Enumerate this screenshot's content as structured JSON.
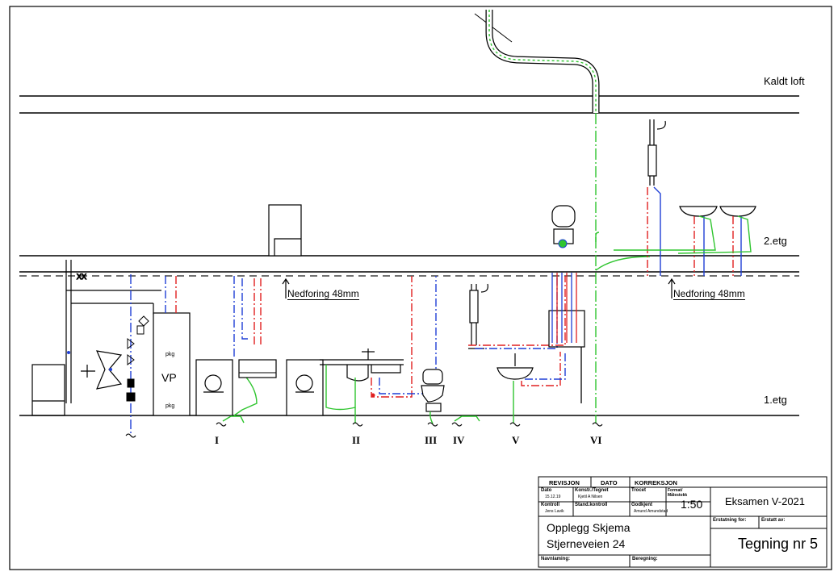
{
  "levels": {
    "cold_attic": "Kaldt loft",
    "floor2": "2.etg",
    "floor1": "1.etg"
  },
  "annotations": {
    "downpipe_left": "Nedforing 48mm",
    "downpipe_right": "Nedforing 48mm",
    "heat_pump": "VP",
    "pk_top": "pkg",
    "pk_bottom": "pkg"
  },
  "drain_labels": [
    "I",
    "II",
    "III",
    "IV",
    "V",
    "VI"
  ],
  "colors": {
    "cold_water": "#1f3fd6",
    "hot_water": "#e02020",
    "drain": "#2fc52f",
    "ventilation": "#2fc52f",
    "structure": "#000000"
  },
  "title_block": {
    "headers": {
      "revision": "REVISJON",
      "date": "DATO",
      "correction": "KORREKSJON"
    },
    "fields": {
      "date_label": "Dato",
      "date_value": "15.12.19",
      "drawn_label": "Konstr./Tegnet",
      "drawn_value": "Kjetil A Nilsen",
      "traced_label": "Trocet",
      "format_label": "Format/ Målestokk",
      "scale": "1:50",
      "control_label": "Kontroll",
      "control_value": "Jens Lavik",
      "std_control_label": "Stand.kontroll",
      "approved_label": "Godkjent",
      "approved_value": "Amund Amundstad",
      "replaces_label": "Erstatning for:",
      "replaced_by_label": "Erstatt av:",
      "naming_label": "Navnlaming:",
      "description_label": "Beregning:"
    },
    "exam": "Eksamen V-2021",
    "title_line1": "Opplegg Skjema",
    "title_line2": "Stjerneveien 24",
    "drawing_no": "Tegning nr 5"
  }
}
